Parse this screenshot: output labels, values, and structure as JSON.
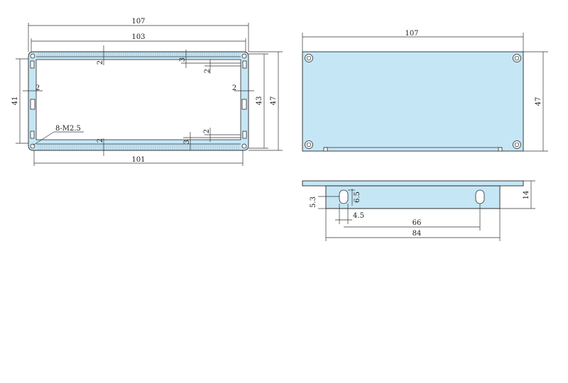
{
  "colors": {
    "fill": "#c5e6f5",
    "stroke": "#2a2a2a",
    "background": "#ffffff"
  },
  "front_view": {
    "width_outer": "107",
    "width_inner_top": "103",
    "width_inner_bottom": "101",
    "height_outer": "47",
    "height_inner": "43",
    "height_left": "41",
    "wall_top_left": "2",
    "wall_top_right_a": "3",
    "wall_top_right_b": "2",
    "wall_left": "2",
    "wall_right": "2",
    "wall_bottom_left": "2",
    "wall_bottom_right_a": "2",
    "wall_bottom_right_b": "3",
    "screw_note": "8-M2.5"
  },
  "top_view": {
    "width": "107",
    "height": "47"
  },
  "side_view": {
    "height": "14",
    "slot_height": "6.5",
    "slot_offset": "5.3",
    "slot_width": "4.5",
    "slot_spacing": "66",
    "flange_width": "84"
  }
}
